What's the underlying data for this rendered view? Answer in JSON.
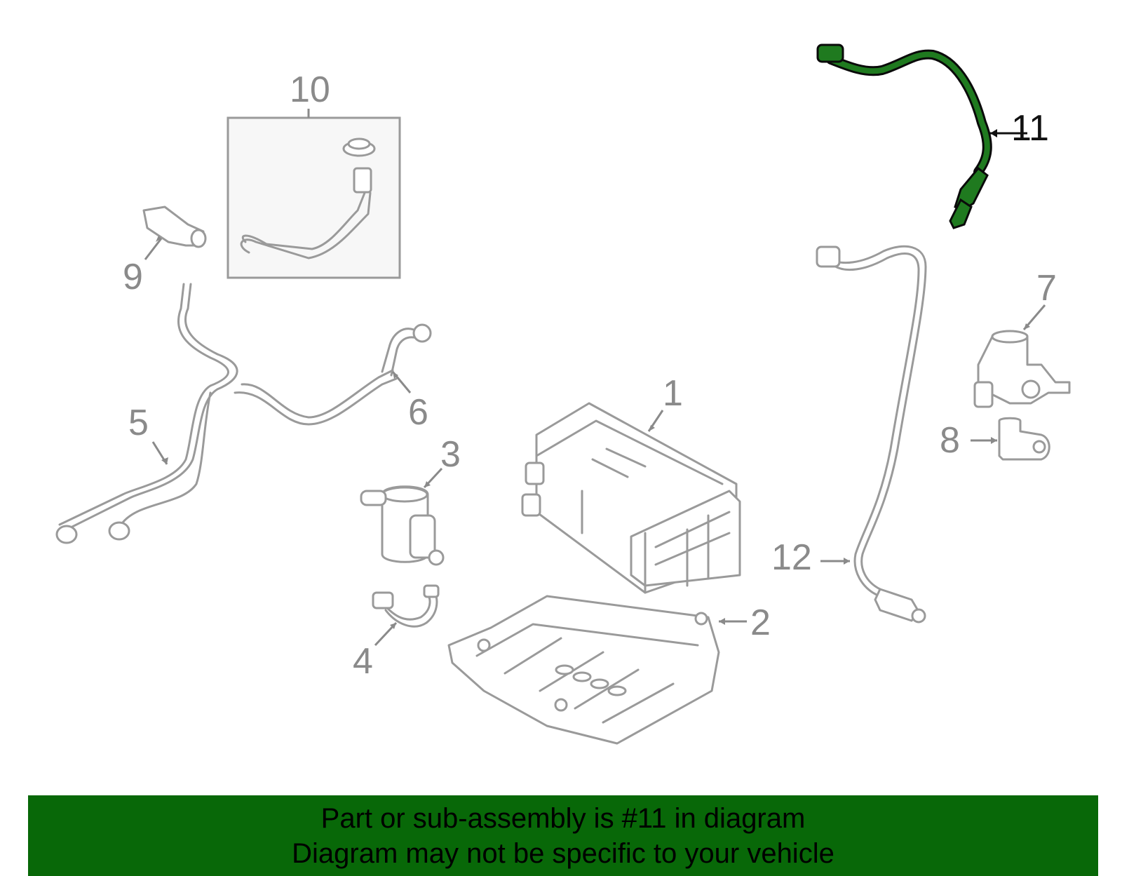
{
  "diagram": {
    "callouts": [
      {
        "id": "1",
        "label": "1"
      },
      {
        "id": "2",
        "label": "2"
      },
      {
        "id": "3",
        "label": "3"
      },
      {
        "id": "4",
        "label": "4"
      },
      {
        "id": "5",
        "label": "5"
      },
      {
        "id": "6",
        "label": "6"
      },
      {
        "id": "7",
        "label": "7"
      },
      {
        "id": "8",
        "label": "8"
      },
      {
        "id": "9",
        "label": "9"
      },
      {
        "id": "10",
        "label": "10"
      },
      {
        "id": "11",
        "label": "11"
      },
      {
        "id": "12",
        "label": "12"
      }
    ],
    "highlighted_part": "11",
    "highlight_color": "#1f7a1f",
    "part_line_color": "#9a9a9a"
  },
  "banner": {
    "line1": "Part or sub-assembly is #11 in diagram",
    "line2": "Diagram may not be specific to your vehicle",
    "background": "#086808"
  }
}
